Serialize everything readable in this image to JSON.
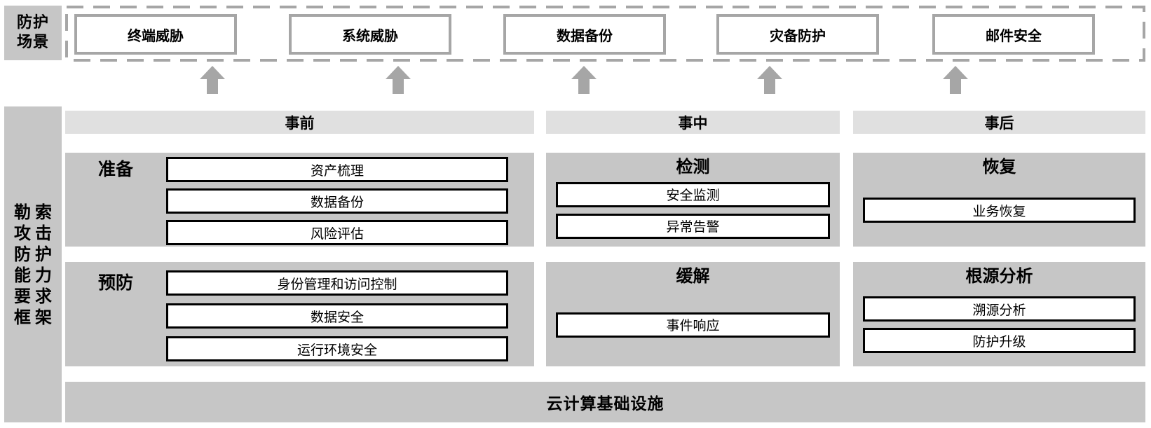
{
  "palette": {
    "block_gray": "#c6c6c6",
    "header_gray": "#e0e0e0",
    "line_gray": "#a6a6a6",
    "item_bg": "#ffffff",
    "item_border": "#000000",
    "text_color": "#000000"
  },
  "protection_scenarios": {
    "label": "防护场景",
    "label_lines": [
      "防护",
      "场景"
    ],
    "scenarios": [
      "终端威胁",
      "系统威胁",
      "数据备份",
      "灾备防护",
      "邮件安全"
    ],
    "arrow_icon": "arrow-up"
  },
  "framework": {
    "title": "勒索攻击防护能力要求框架",
    "title_lines": [
      "勒索",
      "攻击",
      "防护",
      "能力",
      "要求",
      "框架"
    ],
    "columns": [
      {
        "header": "事前",
        "groups": [
          {
            "title": "准备",
            "items": [
              "资产梳理",
              "数据备份",
              "风险评估"
            ]
          },
          {
            "title": "预防",
            "items": [
              "身份管理和访问控制",
              "数据安全",
              "运行环境安全"
            ]
          }
        ]
      },
      {
        "header": "事中",
        "groups": [
          {
            "title": "检测",
            "items": [
              "安全监测",
              "异常告警"
            ]
          },
          {
            "title": "缓解",
            "items": [
              "事件响应"
            ]
          }
        ]
      },
      {
        "header": "事后",
        "groups": [
          {
            "title": "恢复",
            "items": [
              "业务恢复"
            ]
          },
          {
            "title": "根源分析",
            "items": [
              "溯源分析",
              "防护升级"
            ]
          }
        ]
      }
    ],
    "infrastructure": "云计算基础设施"
  }
}
